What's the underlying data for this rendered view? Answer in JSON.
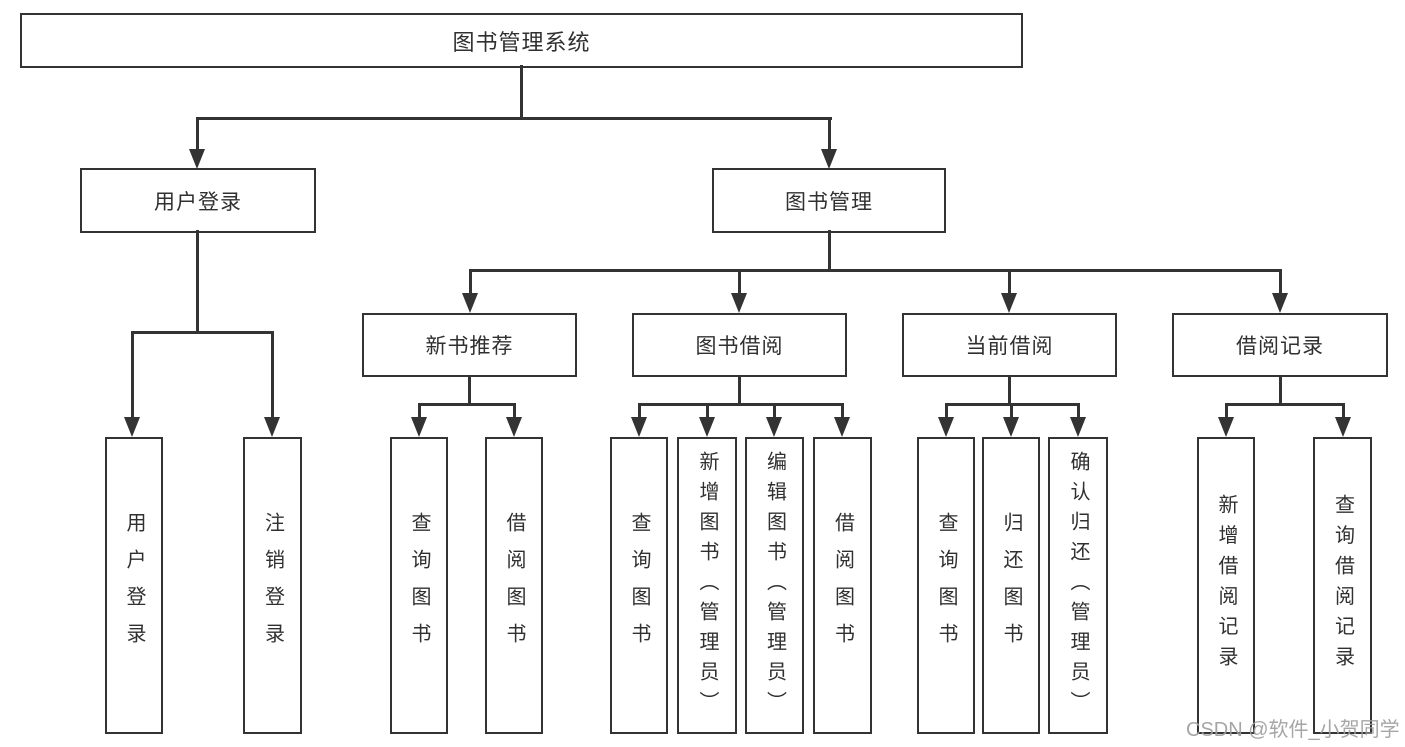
{
  "diagram": {
    "type": "hierarchy-structure-chart",
    "background": "#ffffff",
    "line_color": "#333333",
    "text_color": "#303030",
    "watermark": {
      "text": "CSDN @软件_小贺同学",
      "color": "#9e9e9e"
    },
    "nodes": {
      "root": {
        "label": "图书管理系统",
        "level": 1
      },
      "user_login": {
        "label": "用户登录",
        "level": 2
      },
      "book_mgmt": {
        "label": "图书管理",
        "level": 2
      },
      "new_book_rec": {
        "label": "新书推荐",
        "level": 3
      },
      "book_borrow": {
        "label": "图书借阅",
        "level": 3
      },
      "current_borrow": {
        "label": "当前借阅",
        "level": 3
      },
      "borrow_records": {
        "label": "借阅记录",
        "level": 3
      },
      "login": {
        "label": "用户登录",
        "level": 4
      },
      "logout": {
        "label": "注销登录",
        "level": 4
      },
      "query_book_a": {
        "label": "查询图书",
        "level": 4
      },
      "borrow_book_a": {
        "label": "借阅图书",
        "level": 4
      },
      "query_book_b": {
        "label": "查询图书",
        "level": 4
      },
      "add_book_admin": {
        "label": "新增图书（管理员）",
        "level": 4
      },
      "edit_book_admin": {
        "label": "编辑图书（管理员）",
        "level": 4
      },
      "borrow_book_b": {
        "label": "借阅图书",
        "level": 4
      },
      "query_book_c": {
        "label": "查询图书",
        "level": 4
      },
      "return_book": {
        "label": "归还图书",
        "level": 4
      },
      "confirm_return_admin": {
        "label": "确认归还（管理员）",
        "level": 4
      },
      "add_borrow_record": {
        "label": "新增借阅记录",
        "level": 4
      },
      "query_borrow_record": {
        "label": "查询借阅记录",
        "level": 4
      }
    },
    "edges": [
      [
        "root",
        "user_login"
      ],
      [
        "root",
        "book_mgmt"
      ],
      [
        "user_login",
        "login"
      ],
      [
        "user_login",
        "logout"
      ],
      [
        "book_mgmt",
        "new_book_rec"
      ],
      [
        "book_mgmt",
        "book_borrow"
      ],
      [
        "book_mgmt",
        "current_borrow"
      ],
      [
        "book_mgmt",
        "borrow_records"
      ],
      [
        "new_book_rec",
        "query_book_a"
      ],
      [
        "new_book_rec",
        "borrow_book_a"
      ],
      [
        "book_borrow",
        "query_book_b"
      ],
      [
        "book_borrow",
        "add_book_admin"
      ],
      [
        "book_borrow",
        "edit_book_admin"
      ],
      [
        "book_borrow",
        "borrow_book_b"
      ],
      [
        "current_borrow",
        "query_book_c"
      ],
      [
        "current_borrow",
        "return_book"
      ],
      [
        "current_borrow",
        "confirm_return_admin"
      ],
      [
        "borrow_records",
        "add_borrow_record"
      ],
      [
        "borrow_records",
        "query_borrow_record"
      ]
    ]
  }
}
